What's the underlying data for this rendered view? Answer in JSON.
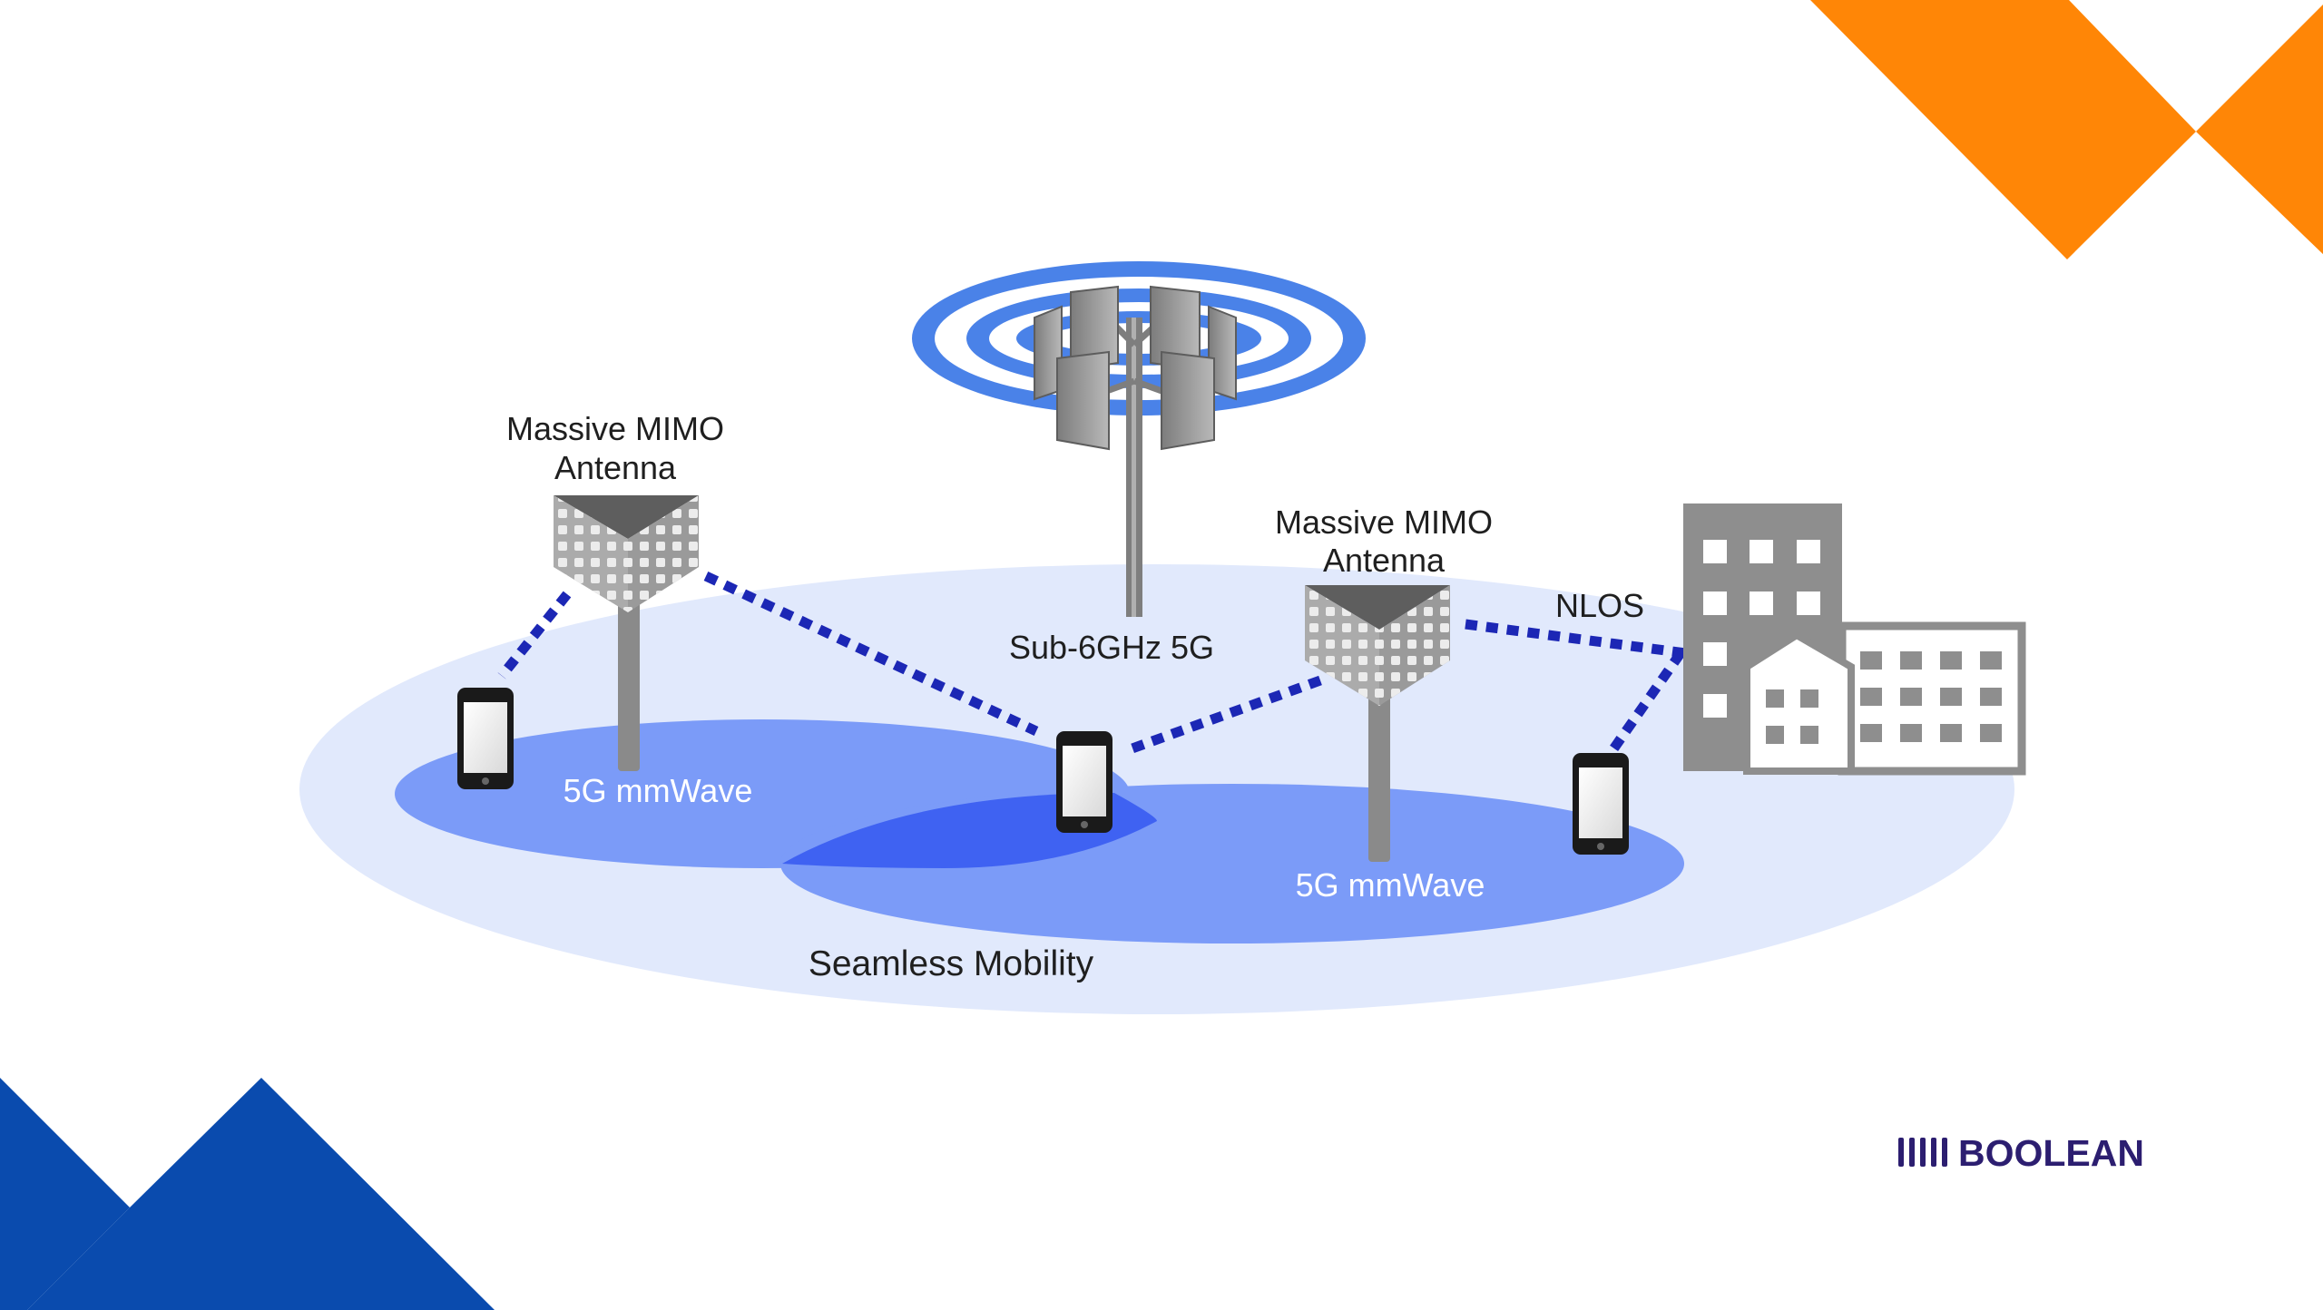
{
  "labels": {
    "mimo_left_line1": "Massive MIMO",
    "mimo_left_line2": "Antenna",
    "mimo_right_line1": "Massive MIMO",
    "mimo_right_line2": "Antenna",
    "sub6": "Sub-6GHz 5G",
    "nlos": "NLOS",
    "mmwave_left": "5G mmWave",
    "mmwave_right": "5G mmWave",
    "seamless": "Seamless Mobility"
  },
  "logo": {
    "text": "BOOLEAN"
  },
  "colors": {
    "orange": "#FF8606",
    "blue_corner": "#0A4BAE",
    "coverage_outer": "#E1E9FC",
    "coverage_mmwave": "#7B9BF8",
    "coverage_overlap": "#3F62F2",
    "link_dots": "#1C27B5",
    "equipment_gray": "#8E8E8E",
    "logo_navy": "#2C1E70"
  }
}
